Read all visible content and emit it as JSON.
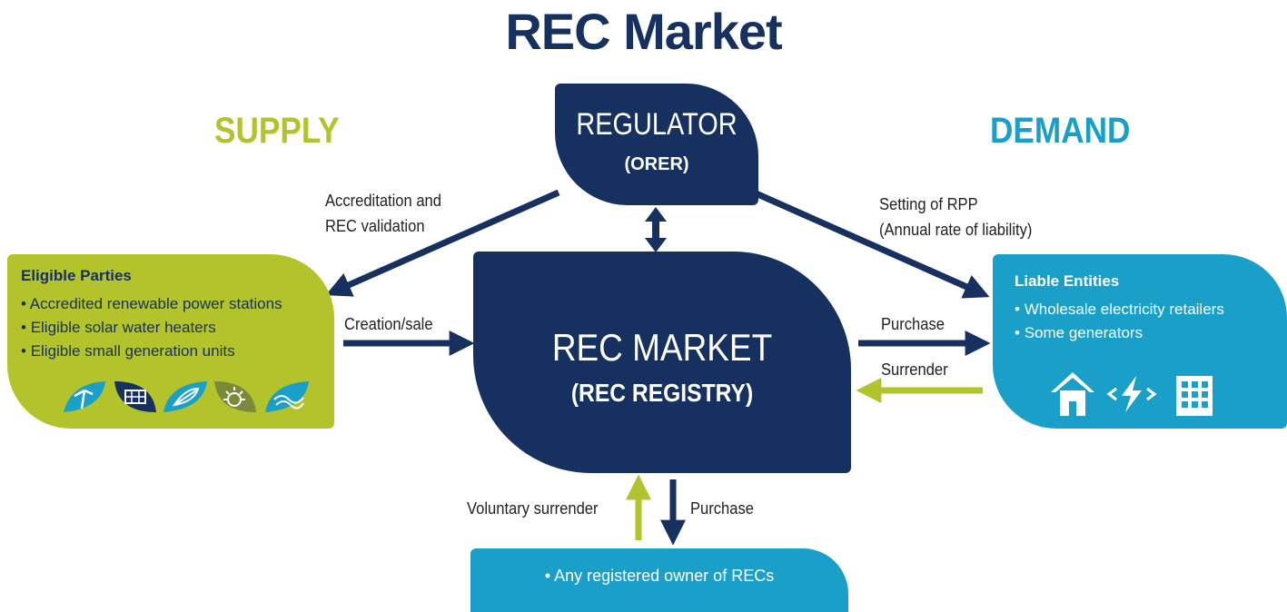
{
  "title": "REC Market",
  "supply_heading": "SUPPLY",
  "demand_heading": "DEMAND",
  "regulator": {
    "title": "REGULATOR",
    "subtitle": "(ORER)"
  },
  "market": {
    "title": "REC MARKET",
    "subtitle": "(REC REGISTRY)"
  },
  "supply_box": {
    "heading": "Eligible Parties",
    "items": [
      "Accredited renewable power stations",
      "Eligible solar water heaters",
      "Eligible small generation units"
    ],
    "icons": [
      "wind-turbine-icon",
      "solar-panel-icon",
      "leaf-icon",
      "sun-icon",
      "water-wave-icon"
    ]
  },
  "demand_box": {
    "heading": "Liable Entities",
    "items": [
      "Wholesale electricity retailers",
      "Some generators"
    ],
    "icons": [
      "house-icon",
      "lightning-bolt-icon",
      "office-building-icon"
    ]
  },
  "owner_box": {
    "text": "Any registered owner of RECs"
  },
  "labels": {
    "accreditation_1": "Accreditation and",
    "accreditation_2": "REC validation",
    "rpp_1": "Setting of RPP",
    "rpp_2": "(Annual rate of liability)",
    "creation_sale": "Creation/sale",
    "purchase_right": "Purchase",
    "surrender": "Surrender",
    "voluntary_surrender": "Voluntary surrender",
    "purchase_bottom": "Purchase"
  },
  "colors": {
    "navy": "#16305f",
    "green": "#b3c32b",
    "blue": "#1aa0c8"
  }
}
